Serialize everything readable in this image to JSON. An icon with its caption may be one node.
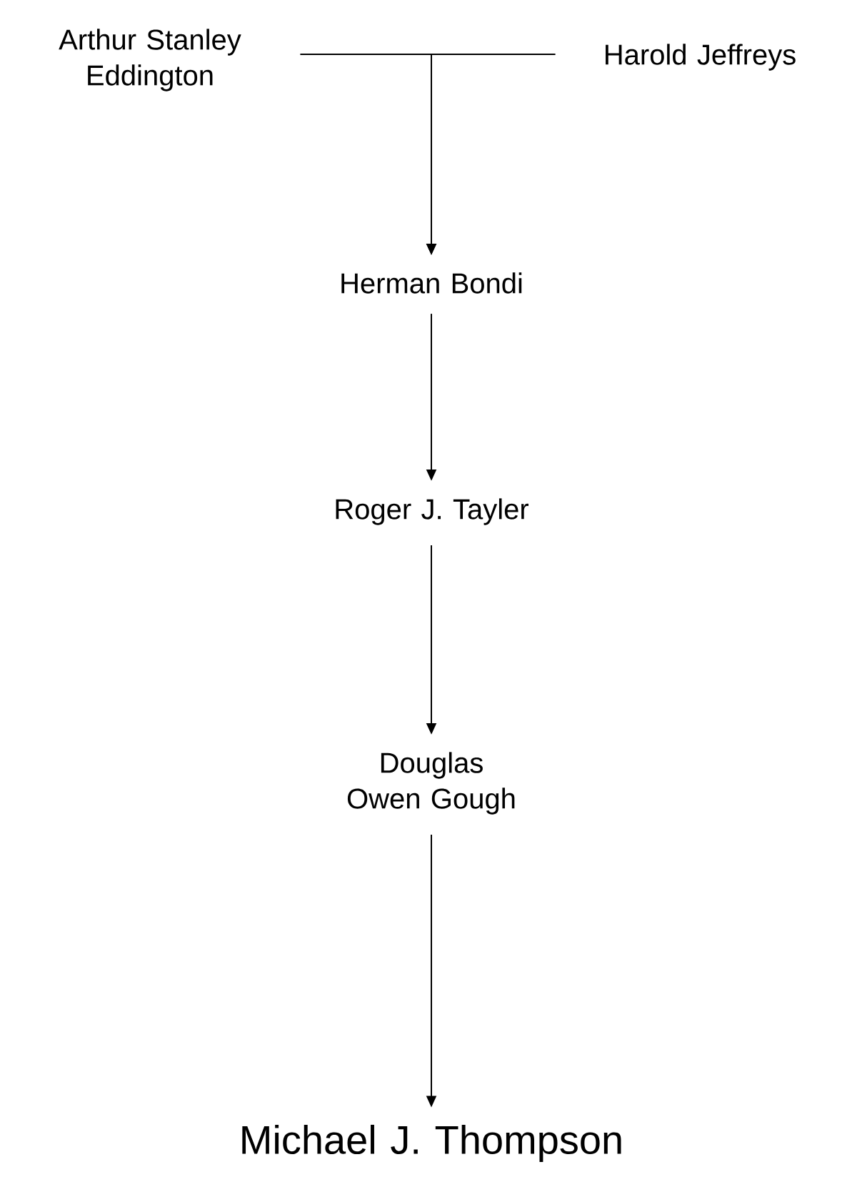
{
  "diagram": {
    "nodes": [
      {
        "text": [
          "Arthur Stanley Eddington"
        ]
      },
      {
        "text": [
          "Harold Jeffreys"
        ]
      },
      {
        "text": [
          "Herman Bondi"
        ]
      },
      {
        "text": [
          "Roger J. Tayler"
        ]
      },
      {
        "text": [
          "Douglas Owen Gough"
        ]
      },
      {
        "text": [
          "Michael J. Thompson"
        ]
      }
    ],
    "edges": [
      {
        "from": 0,
        "to": 2,
        "arrow": "to"
      },
      {
        "from": 1,
        "to": 2,
        "arrow": "to"
      },
      {
        "from": 2,
        "to": 3,
        "arrow": "to"
      },
      {
        "from": 3,
        "to": 4,
        "arrow": "to"
      },
      {
        "from": 4,
        "to": 5,
        "arrow": "to"
      }
    ]
  }
}
